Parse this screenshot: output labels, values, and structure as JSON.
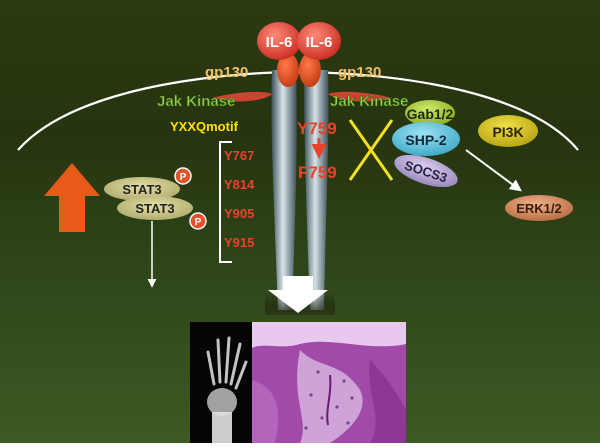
{
  "receptor": {
    "ligand_left": "IL-6",
    "ligand_right": "IL-6",
    "gp130_left": "gp130",
    "gp130_right": "gp130",
    "jak_left": "Jak Kinase",
    "jak_right": "Jak Kinase"
  },
  "motif": {
    "label": "YXXQmotif",
    "residues": [
      "Y767",
      "Y814",
      "Y905",
      "Y915"
    ]
  },
  "mutation": {
    "from": "Y759",
    "to": "F759"
  },
  "stat_pathway": {
    "stat_top": "STAT3",
    "stat_bottom": "STAT3",
    "phospho": "P"
  },
  "shp2_pathway": {
    "gab": "Gab1/2",
    "shp2": "SHP-2",
    "pi3k": "PI3K",
    "socs3": "SOCS3",
    "erk": "ERK1/2"
  },
  "colors": {
    "ligand": "#e8453a",
    "gp130_label": "#f0c060",
    "jak": "#8fd14a",
    "motif_label": "#ffe100",
    "residue": "#e8432a",
    "up_arrow": "#e85a18",
    "shp2": "#63c3de",
    "gab": "#a9cc2f",
    "pi3k": "#d8c21a",
    "socs3": "#b9a8d6",
    "erk": "#d98a5c",
    "stat": "#c9c486",
    "inhibit_x": "#f5e020"
  },
  "icons": {
    "up_arrow": "thick-up-arrow-icon",
    "down_arrow": "white-down-arrow-icon"
  }
}
